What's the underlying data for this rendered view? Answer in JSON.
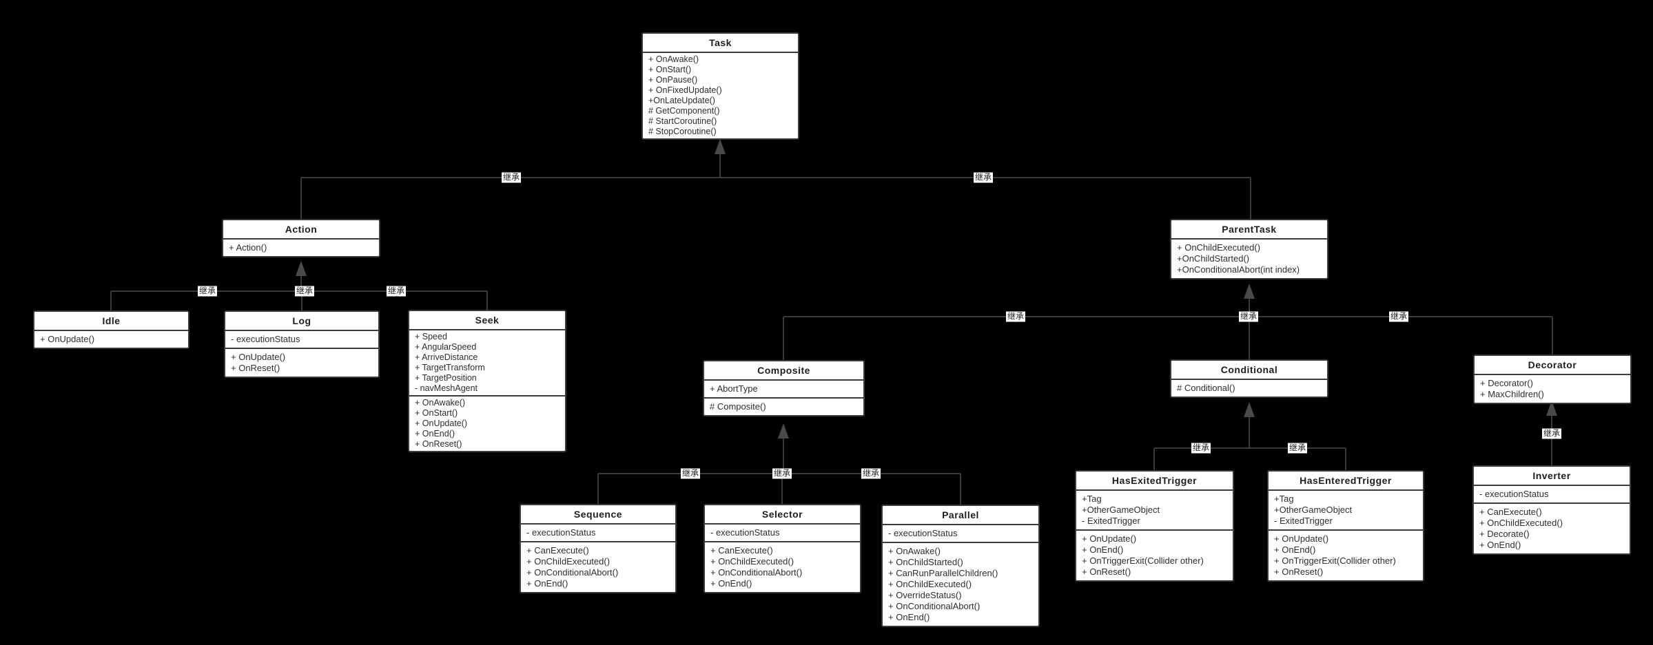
{
  "diagram": {
    "background_color": "#000000",
    "box_fill_color": "#ffffff",
    "box_border_color": "#3b3b3d",
    "line_color": "#3a3a3c",
    "inherit_label": "继承"
  },
  "classes": [
    {
      "name": "Task",
      "attributes": [],
      "methods": [
        "+ OnAwake()",
        "+ OnStart()",
        "+ OnPause()",
        "+ OnFixedUpdate()",
        "+OnLateUpdate()",
        "# GetComponent()",
        "# StartCoroutine()",
        "# StopCoroutine()"
      ]
    },
    {
      "name": "Action",
      "attributes": [],
      "methods": [
        "+ Action()"
      ]
    },
    {
      "name": "ParentTask",
      "attributes": [],
      "methods": [
        "+ OnChildExecuted()",
        "+OnChildStarted()",
        "+OnConditionalAbort(int index)"
      ]
    },
    {
      "name": "Idle",
      "attributes": [],
      "methods": [
        "+ OnUpdate()"
      ]
    },
    {
      "name": "Log",
      "attributes": [
        "- executionStatus"
      ],
      "methods": [
        "+ OnUpdate()",
        "+ OnReset()"
      ]
    },
    {
      "name": "Seek",
      "attributes": [
        "+ Speed",
        "+ AngularSpeed",
        "+ ArriveDistance",
        "+ TargetTransform",
        "+ TargetPosition",
        "- navMeshAgent"
      ],
      "methods": [
        "+ OnAwake()",
        "+ OnStart()",
        "+ OnUpdate()",
        "+ OnEnd()",
        "+ OnReset()"
      ]
    },
    {
      "name": "Composite",
      "attributes": [
        "+ AbortType"
      ],
      "methods": [
        "# Composite()"
      ]
    },
    {
      "name": "Conditional",
      "attributes": [],
      "methods": [
        "# Conditional()"
      ]
    },
    {
      "name": "Decorator",
      "attributes": [],
      "methods": [
        "+ Decorator()",
        "+ MaxChildren()"
      ]
    },
    {
      "name": "Sequence",
      "attributes": [
        "- executionStatus"
      ],
      "methods": [
        "+ CanExecute()",
        "+ OnChildExecuted()",
        "+ OnConditionalAbort()",
        "+ OnEnd()"
      ]
    },
    {
      "name": "Selector",
      "attributes": [
        "- executionStatus"
      ],
      "methods": [
        "+ CanExecute()",
        "+ OnChildExecuted()",
        "+ OnConditionalAbort()",
        "+ OnEnd()"
      ]
    },
    {
      "name": "Parallel",
      "attributes": [
        "- executionStatus"
      ],
      "methods": [
        "+ OnAwake()",
        "+ OnChildStarted()",
        "+ CanRunParallelChildren()",
        "+ OnChildExecuted()",
        "+ OverrideStatus()",
        "+ OnConditionalAbort()",
        "+ OnEnd()"
      ]
    },
    {
      "name": "HasExitedTrigger",
      "attributes": [
        "+Tag",
        "+OtherGameObject",
        "- ExitedTrigger"
      ],
      "methods": [
        "+ OnUpdate()",
        "+ OnEnd()",
        "+ OnTriggerExit(Collider other)",
        "+ OnReset()"
      ]
    },
    {
      "name": "HasEnteredTrigger",
      "attributes": [
        "+Tag",
        "+OtherGameObject",
        "- ExitedTrigger"
      ],
      "methods": [
        "+ OnUpdate()",
        "+ OnEnd()",
        "+ OnTriggerExit(Collider other)",
        "+ OnReset()"
      ]
    },
    {
      "name": "Inverter",
      "attributes": [
        "- executionStatus"
      ],
      "methods": [
        "+ CanExecute()",
        "+ OnChildExecuted()",
        "+ Decorate()",
        "+ OnEnd()"
      ]
    }
  ],
  "edges": [
    {
      "label": "继承",
      "parent": "Task",
      "children": [
        "Action",
        "ParentTask"
      ]
    },
    {
      "label": "继承",
      "parent": "Action",
      "children": [
        "Idle",
        "Log",
        "Seek"
      ]
    },
    {
      "label": "继承",
      "parent": "ParentTask",
      "children": [
        "Composite",
        "Conditional",
        "Decorator"
      ]
    },
    {
      "label": "继承",
      "parent": "Composite",
      "children": [
        "Sequence",
        "Selector",
        "Parallel"
      ]
    },
    {
      "label": "继承",
      "parent": "Conditional",
      "children": [
        "HasExitedTrigger",
        "HasEnteredTrigger"
      ]
    },
    {
      "label": "继承",
      "parent": "Decorator",
      "children": [
        "Inverter"
      ]
    }
  ]
}
